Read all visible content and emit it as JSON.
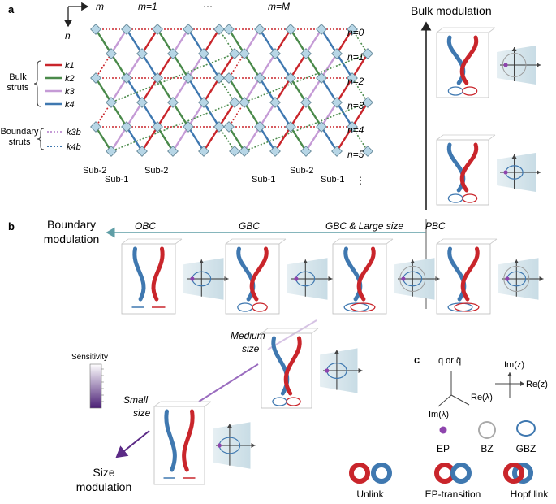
{
  "panel_labels": {
    "a": "a",
    "b": "b",
    "c": "c"
  },
  "lattice": {
    "axis_m": "m",
    "axis_n": "n",
    "col_first": "m=1",
    "col_dots": "⋯",
    "col_last": "m=M",
    "rows": [
      "n=0",
      "n=1",
      "n=2",
      "n=3",
      "n=4",
      "n=5"
    ],
    "row_dots": "⋮",
    "bottom_labels_left": [
      "Sub-2",
      "Sub-1",
      "Sub-2"
    ],
    "bottom_labels_right": [
      "Sub-1",
      "Sub-2",
      "Sub-1"
    ]
  },
  "legend": {
    "bulk_title": [
      "Bulk",
      "struts"
    ],
    "bulk_items": [
      {
        "label": "k1",
        "color": "#c9252b"
      },
      {
        "label": "k2",
        "color": "#4a8a4a"
      },
      {
        "label": "k3",
        "color": "#c59bd6"
      },
      {
        "label": "k4",
        "color": "#3f78b0"
      }
    ],
    "boundary_title": [
      "Boundary",
      "struts"
    ],
    "boundary_items": [
      {
        "label": "k3b",
        "color": "#c59bd6"
      },
      {
        "label": "k4b",
        "color": "#3f78b0"
      }
    ]
  },
  "modulation": {
    "bulk": "Bulk modulation",
    "boundary": [
      "Boundary",
      "modulation"
    ],
    "size": [
      "Size",
      "modulation"
    ]
  },
  "conditions": [
    "OBC",
    "GBC",
    "GBC & Large size",
    "PBC"
  ],
  "sizes": {
    "medium": [
      "Medium",
      "size"
    ],
    "small": [
      "Small",
      "size"
    ]
  },
  "sensitivity_label": "Sensitivity",
  "axes_key": {
    "q": "q or q̄",
    "im_lambda": "Im(λ)",
    "re_lambda": "Re(λ)",
    "im_z": "Im(z)",
    "re_z": "Re(z)"
  },
  "symbol_key": [
    {
      "label": "EP",
      "icon": "purple-dot-icon"
    },
    {
      "label": "BZ",
      "icon": "gray-circle-icon"
    },
    {
      "label": "GBZ",
      "icon": "blue-ellipse-icon"
    }
  ],
  "link_key": [
    "Unlink",
    "EP-transition",
    "Hopf link"
  ],
  "colors": {
    "red": "#c9252b",
    "blue": "#3f78b0",
    "green": "#4a8a4a",
    "purple": "#c59bd6",
    "teal": "#5f9ea6",
    "dark_purple": "#5b2a86"
  }
}
